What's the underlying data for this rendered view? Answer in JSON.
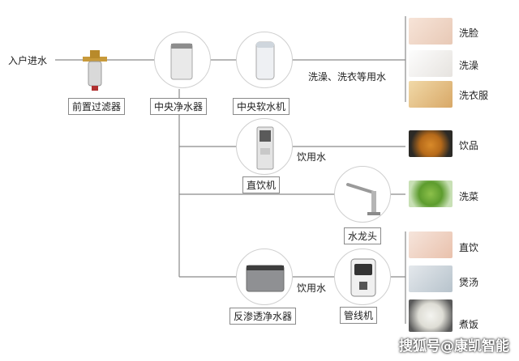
{
  "inlet_label": "入户进水",
  "devices": {
    "prefilter": "前置过滤器",
    "central_purifier": "中央净水器",
    "central_softener": "中央软水机",
    "direct_drinker": "直饮机",
    "faucet": "水龙头",
    "ro_purifier": "反渗透净水器",
    "pipeline_machine": "管线机"
  },
  "flow_labels": {
    "softener_use": "洗澡、洗衣等用水",
    "drinker_use": "饮用水",
    "ro_use": "饮用水"
  },
  "uses": {
    "wash_face": "洗脸",
    "bath": "洗澡",
    "laundry": "洗衣服",
    "beverage": "饮品",
    "vegetables": "洗菜",
    "direct_drink": "直饮",
    "soup": "煲汤",
    "cook_rice": "煮饭"
  },
  "watermark": "搜狐号@康凯智能"
}
